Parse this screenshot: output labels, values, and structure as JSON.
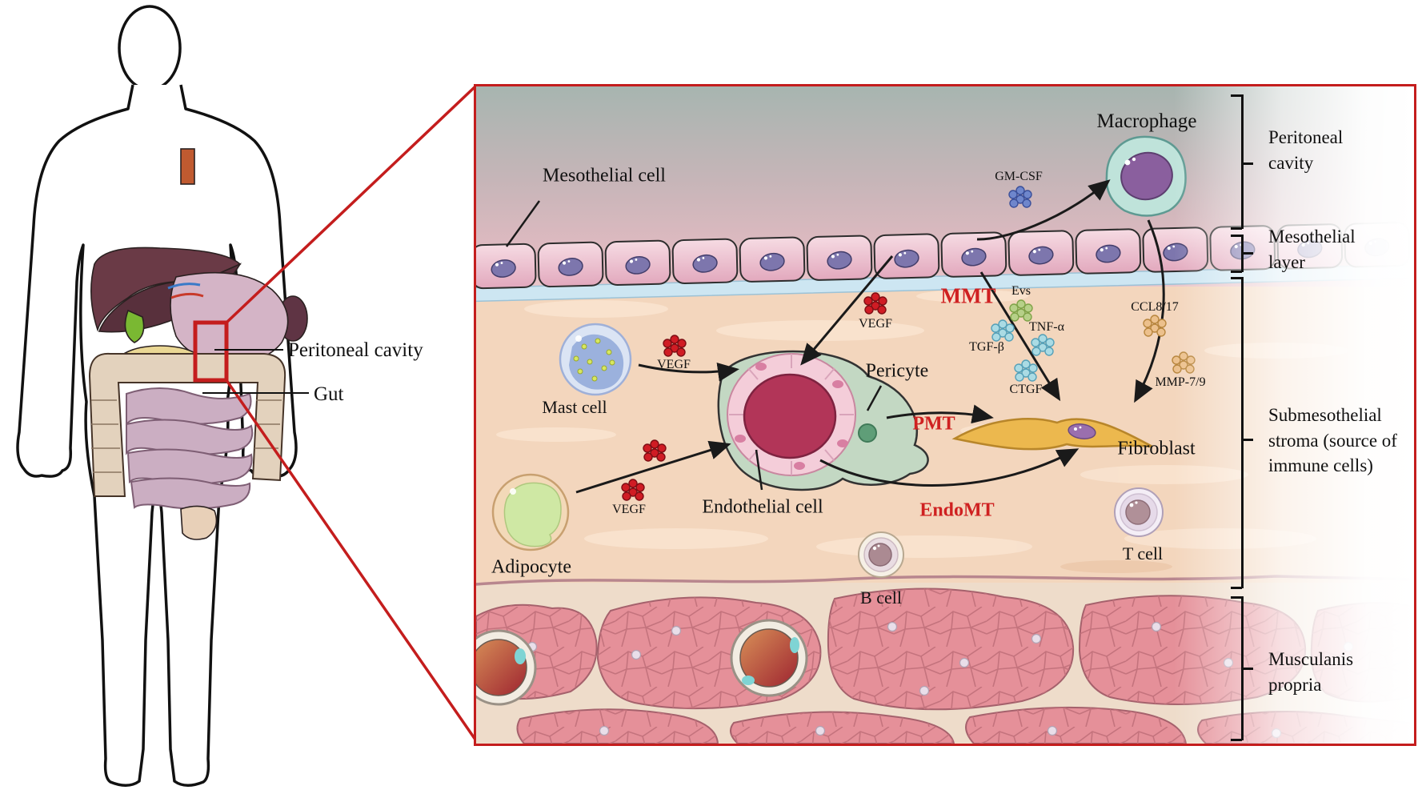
{
  "colors": {
    "border_red": "#c41d1d",
    "transition_red": "#cf2121",
    "vegf_red": "#d01c24",
    "gmcsf_blue": "#6e86cc",
    "evs_green": "#b6d088",
    "cytokine_cyan": "#aadbe4",
    "chemokine_orange": "#ecc08c"
  },
  "body_figure": {
    "peritoneal_cavity": "Peritoneal cavity",
    "gut": "Gut"
  },
  "panel": {
    "cells": {
      "mesothelial": "Mesothelial cell",
      "macrophage": "Macrophage",
      "mast": "Mast cell",
      "pericyte": "Pericyte",
      "endothelial": "Endothelial cell",
      "fibroblast": "Fibroblast",
      "adipocyte": "Adipocyte",
      "b_cell": "B cell",
      "t_cell": "T cell"
    },
    "molecules": {
      "gm_csf": "GM-CSF",
      "vegf": "VEGF",
      "evs": "Evs",
      "tnf": "TNF-α",
      "tgf": "TGF-β",
      "ctgf": "CTGF",
      "ccl": "CCL8/17",
      "mmp": "MMP-7/9"
    },
    "transitions": {
      "mmt": "MMT",
      "pmt": "PMT",
      "endomt": "EndoMT"
    },
    "layers": {
      "peritoneal_cavity": "Peritoneal cavity",
      "mesothelial_layer": "Mesothelial layer",
      "submesothelial_stroma": "Submesothelial stroma (source of immune cells)",
      "muscularis": "Musculanis propria"
    }
  }
}
